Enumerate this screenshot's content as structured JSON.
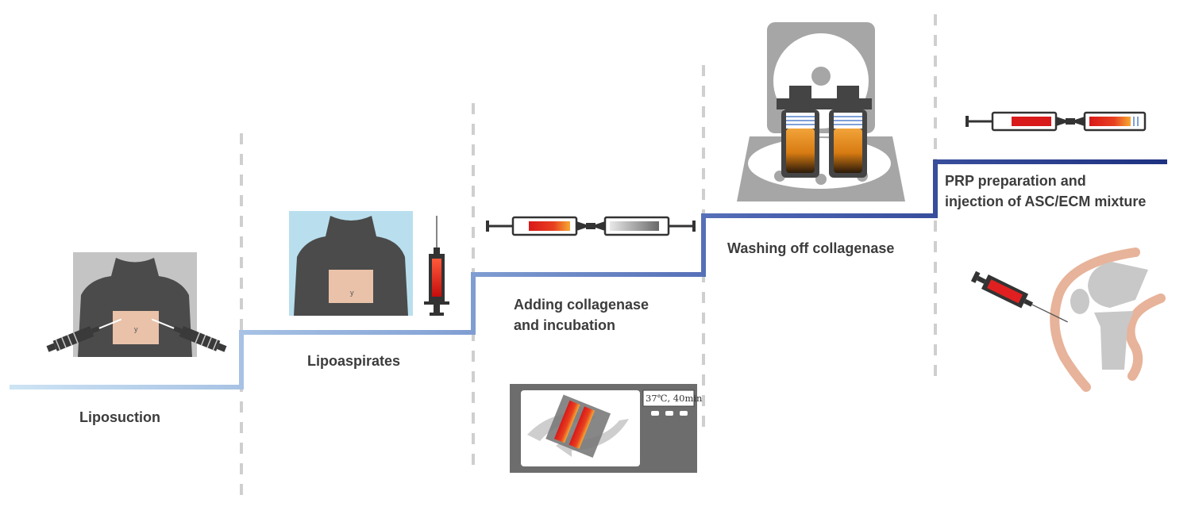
{
  "steps": [
    {
      "id": "liposuction",
      "lines": [
        "Liposuction"
      ]
    },
    {
      "id": "lipoaspirates",
      "lines": [
        "Lipoaspirates"
      ]
    },
    {
      "id": "collagenase",
      "lines": [
        "Adding collagenase",
        "and incubation"
      ]
    },
    {
      "id": "washing",
      "lines": [
        "Washing off collagenase"
      ]
    },
    {
      "id": "prp",
      "lines": [
        "PRP preparation and",
        "injection of ASC/ECM mixture"
      ]
    }
  ],
  "incubator": {
    "readout": "37℃, 40min"
  },
  "colors": {
    "line_light": "#bcdcf0",
    "line_mid": "#7f97cf",
    "line_dark": "#1c2f7e",
    "divider": "#c8c8c8",
    "body": "#4b4b4b",
    "skin": "#e9c2a9",
    "blood": "#e02020",
    "orange": "#f0a030",
    "device_gray": "#a6a6a6"
  }
}
